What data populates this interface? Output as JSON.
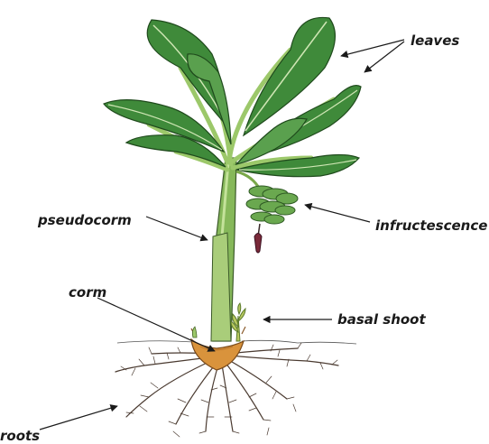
{
  "labels": {
    "leaves": "leaves",
    "pseudocorm": "pseudocorm",
    "infructescence": "infructescence",
    "corm": "corm",
    "basal_shoot": "basal shoot",
    "roots": "roots"
  },
  "colors": {
    "leaf": "#3f8a3a",
    "leaf_dark": "#2f6e2c",
    "leaf_midrib": "#cfe6b4",
    "pseudostem": "#86b85a",
    "pseudostem_light": "#c4e29a",
    "corm": "#d9933c",
    "roots": "#4a3a30",
    "fruit": "#6aa84f",
    "flower": "#7a2a3a",
    "arrow": "#1a1a1a"
  }
}
